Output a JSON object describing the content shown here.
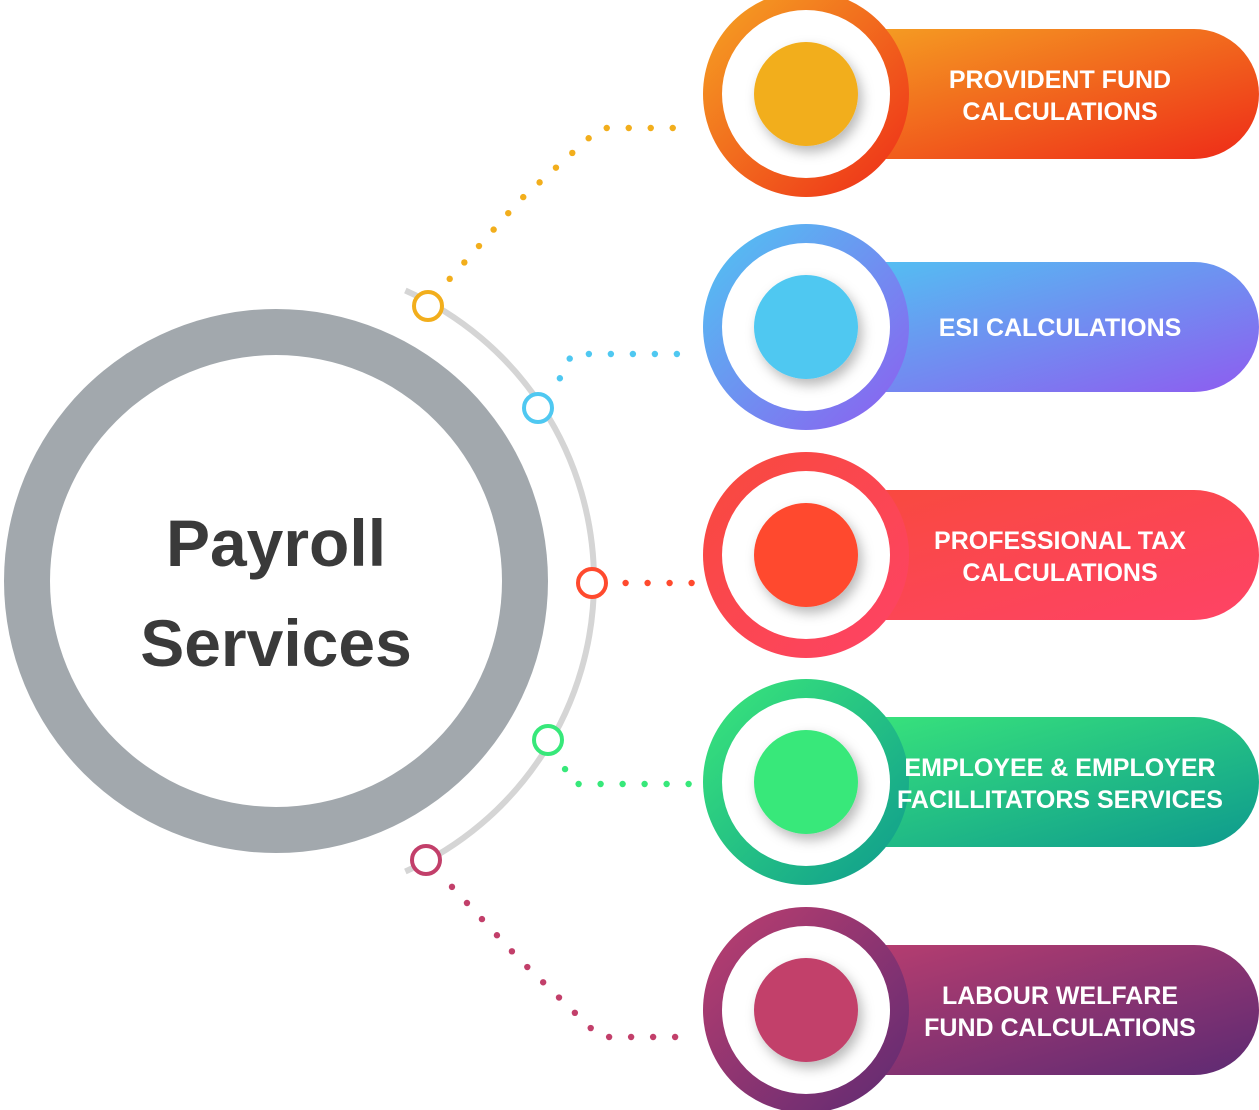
{
  "hub": {
    "title_line1": "Payroll",
    "title_line2": "Services"
  },
  "services": [
    {
      "line1": "PROVIDENT FUND",
      "line2": "CALCULATIONS",
      "colors": [
        "#f5a623",
        "#ee2b18"
      ],
      "accent": "#f2ae1c"
    },
    {
      "line1": "ESI CALCULATIONS",
      "line2": "",
      "colors": [
        "#4ec7f2",
        "#8e5cf0"
      ],
      "accent": "#4fc8f1"
    },
    {
      "line1": "PROFESSIONAL TAX",
      "line2": "CALCULATIONS",
      "colors": [
        "#f84a3c",
        "#fe4366"
      ],
      "accent": "#ff4a2e"
    },
    {
      "line1": "EMPLOYEE & EMPLOYER",
      "line2": "FACILLITATORS SERVICES",
      "colors": [
        "#3be87a",
        "#0e9a8e"
      ],
      "accent": "#37e87a"
    },
    {
      "line1": "LABOUR WELFARE",
      "line2": "FUND CALCULATIONS",
      "colors": [
        "#bd3f6f",
        "#5d2a73"
      ],
      "accent": "#c23f6a"
    }
  ],
  "colors": {
    "hub_ring": "#a2a8ad",
    "connector_arc": "#d5d5d5",
    "hub_text": "#3a3a3a"
  }
}
